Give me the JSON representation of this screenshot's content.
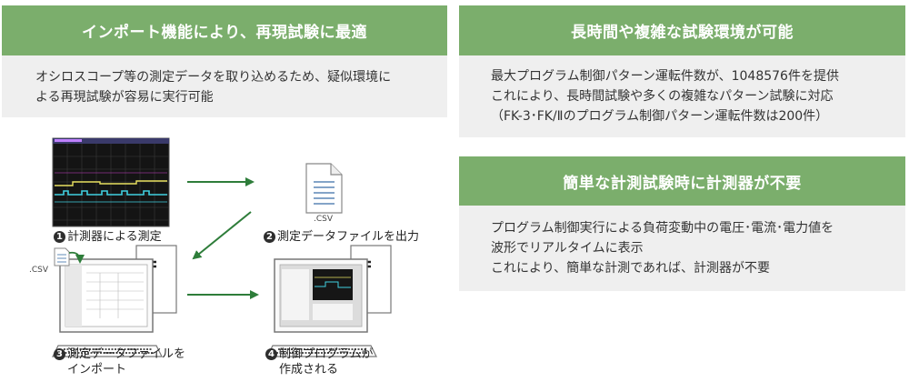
{
  "panel_reproduce": {
    "title": "インポート機能により、再現試験に最適",
    "lines": [
      "オシロスコープ等の測定データを取り込めるため、疑似環境に",
      "よる再現試験が容易に実行可能"
    ]
  },
  "panel_long": {
    "title": "長時間や複雑な試験環境が可能",
    "lines": [
      "最大プログラム制御パターン運転件数が、1048576件を提供",
      "これにより、長時間試験や多くの複雑なパターン試験に対応",
      "（FK-3･FK/Ⅱのプログラム制御パターン運転件数は200件）"
    ]
  },
  "panel_measure": {
    "title": "簡単な計測試験時に計測器が不要",
    "lines": [
      "プログラム制御実行による負荷変動中の電圧･電流･電力値を",
      "波形でリアルタイムに表示",
      "これにより、簡単な計測であれば、計測器が不要"
    ]
  },
  "diagram": {
    "file_ext": ".CSV",
    "step1": {
      "num": "1",
      "label": "計測器による測定"
    },
    "step2": {
      "num": "2",
      "label": "測定データファイルを出力"
    },
    "step3": {
      "num": "3",
      "line1": "測定データファイルを",
      "line2": "インポート"
    },
    "step4": {
      "num": "4",
      "line1": "制御プログラムが",
      "line2": "作成される"
    }
  },
  "colors": {
    "accent_green": "#7bae6c",
    "panel_gray": "#efefef",
    "arrow_green": "#2e7d3a"
  }
}
